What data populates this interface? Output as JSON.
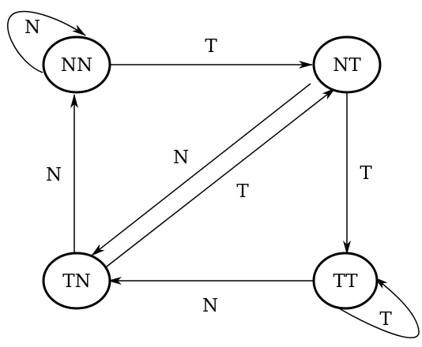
{
  "diagram": {
    "nodes": {
      "nn": {
        "label": "NN"
      },
      "nt": {
        "label": "NT"
      },
      "tn": {
        "label": "TN"
      },
      "tt": {
        "label": "TT"
      }
    },
    "edges": {
      "nn_self": {
        "from": "NN",
        "to": "NN",
        "label": "N"
      },
      "nn_nt": {
        "from": "NN",
        "to": "NT",
        "label": "T"
      },
      "nt_tn": {
        "from": "NT",
        "to": "TN",
        "label": "N"
      },
      "tn_nt": {
        "from": "TN",
        "to": "NT",
        "label": "T"
      },
      "tn_nn": {
        "from": "TN",
        "to": "NN",
        "label": "N"
      },
      "nt_tt": {
        "from": "NT",
        "to": "TT",
        "label": "T"
      },
      "tt_tn": {
        "from": "TT",
        "to": "TN",
        "label": "N"
      },
      "tt_self": {
        "from": "TT",
        "to": "TT",
        "label": "T"
      }
    },
    "colors": {
      "stroke": "#000000",
      "background": "#ffffff"
    }
  }
}
